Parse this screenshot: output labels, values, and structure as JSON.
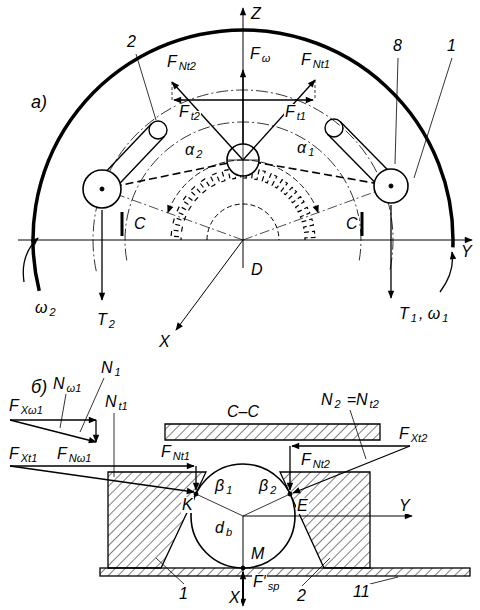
{
  "diagram": {
    "labels": [
      "а)",
      "Z",
      "F",
      "Nt2",
      "F",
      "ω",
      "F",
      "Nt1",
      "2",
      "8",
      "1",
      "F",
      "t2",
      "F",
      "t1",
      "α",
      "2",
      "α",
      "1",
      "C",
      "C",
      "Y",
      "ω",
      "2",
      "T",
      "2",
      "T",
      "1",
      ", ω",
      "1",
      "X",
      "D",
      "б)",
      "C–C",
      "N",
      "1",
      "N",
      "ω1",
      "F",
      "Xω1",
      "N",
      "t1",
      "F",
      "Xt1",
      "F",
      "Nω1",
      "F",
      "Nt1",
      "K",
      "β",
      "1",
      "β",
      "2",
      "E",
      "N",
      "2",
      "=N",
      "t2",
      "F",
      "Xt2",
      "d",
      "b",
      "F",
      "Nt2",
      "Y",
      "M",
      "F′",
      "sp",
      "1",
      "2",
      "11",
      "X"
    ]
  }
}
